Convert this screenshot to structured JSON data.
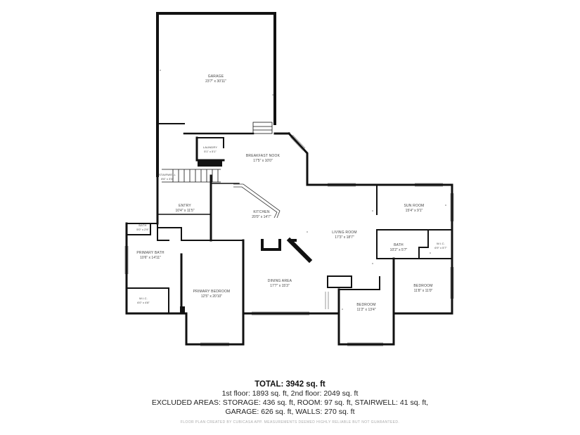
{
  "rooms": [
    {
      "name": "GARAGE",
      "dims": "23'7\" x 30'11\""
    },
    {
      "name": "LAUNDRY",
      "dims": "5'1\" x 5'1\""
    },
    {
      "name": "BREAKFAST NOOK",
      "dims": "17'5\" x 10'0\""
    },
    {
      "name": "STAIRWELL",
      "dims": "8'6\" x 3'3\""
    },
    {
      "name": "ENTRY",
      "dims": "10'4\" x 11'5\""
    },
    {
      "name": "KITCHEN",
      "dims": "20'0\" x 14'7\""
    },
    {
      "name": "SUN ROOM",
      "dims": "15'4\" x 9'1\""
    },
    {
      "name": "LIVING ROOM",
      "dims": "17'3\" x 18'7\""
    },
    {
      "name": "BATH",
      "dims": "5'0\" x 2'9\""
    },
    {
      "name": "PRIMARY BATH",
      "dims": "10'6\" x 14'11\""
    },
    {
      "name": "BATH",
      "dims": "10'2\" x 5'7\""
    },
    {
      "name": "W.I.C.",
      "dims": "6'9\" x 5'7\""
    },
    {
      "name": "PRIMARY BEDROOM",
      "dims": "12'5\" x 20'10\""
    },
    {
      "name": "DINING AREA",
      "dims": "17'7\" x 15'3\""
    },
    {
      "name": "BEDROOM",
      "dims": "11'8\" x 11'0\""
    },
    {
      "name": "W.I.C.",
      "dims": "6'0\" x 4'8\""
    },
    {
      "name": "BEDROOM",
      "dims": "11'2\" x 13'4\""
    }
  ],
  "summary": {
    "total": "TOTAL: 3942 sq. ft",
    "floors": "1st floor: 1893 sq. ft, 2nd floor: 2049 sq. ft",
    "excluded": "EXCLUDED AREAS: STORAGE: 436 sq. ft, ROOM: 97 sq. ft, STAIRWELL: 41 sq. ft,",
    "garage_walls": "GARAGE: 626 sq. ft, WALLS: 270 sq. ft"
  },
  "footer": "FLOOR PLAN CREATED BY CUBICASA APP. MEASUREMENTS DEEMED HIGHLY RELIABLE BUT NOT GUARANTEED."
}
